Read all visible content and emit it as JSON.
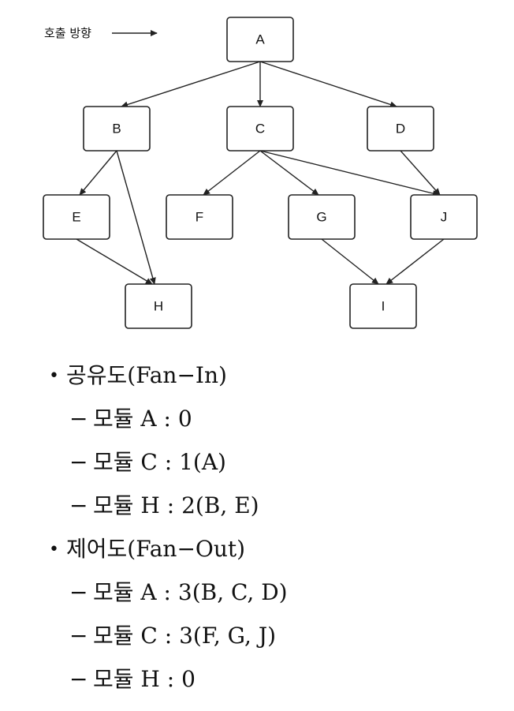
{
  "diagram": {
    "call_direction_label": "호출 방향",
    "nodes": [
      {
        "id": "A",
        "label": "A"
      },
      {
        "id": "B",
        "label": "B"
      },
      {
        "id": "C",
        "label": "C"
      },
      {
        "id": "D",
        "label": "D"
      },
      {
        "id": "E",
        "label": "E"
      },
      {
        "id": "F",
        "label": "F"
      },
      {
        "id": "G",
        "label": "G"
      },
      {
        "id": "J",
        "label": "J"
      },
      {
        "id": "H",
        "label": "H"
      },
      {
        "id": "I",
        "label": "I"
      }
    ],
    "edges": [
      {
        "from": "A",
        "to": "B"
      },
      {
        "from": "A",
        "to": "C"
      },
      {
        "from": "A",
        "to": "D"
      },
      {
        "from": "B",
        "to": "E"
      },
      {
        "from": "B",
        "to": "H"
      },
      {
        "from": "E",
        "to": "H"
      },
      {
        "from": "C",
        "to": "F"
      },
      {
        "from": "C",
        "to": "G"
      },
      {
        "from": "C",
        "to": "J"
      },
      {
        "from": "D",
        "to": "J"
      },
      {
        "from": "G",
        "to": "I"
      },
      {
        "from": "J",
        "to": "I"
      }
    ]
  },
  "notes": {
    "fan_in": {
      "heading": "공유도(Fan−In)",
      "items": [
        "모듈 A : 0",
        "모듈 C : 1(A)",
        "모듈 H : 2(B, E)"
      ]
    },
    "fan_out": {
      "heading": "제어도(Fan−Out)",
      "items": [
        "모듈 A : 3(B, C, D)",
        "모듈 C : 3(F, G, J)",
        "모듈 H : 0"
      ]
    },
    "bullet": "•",
    "dash": "−"
  }
}
